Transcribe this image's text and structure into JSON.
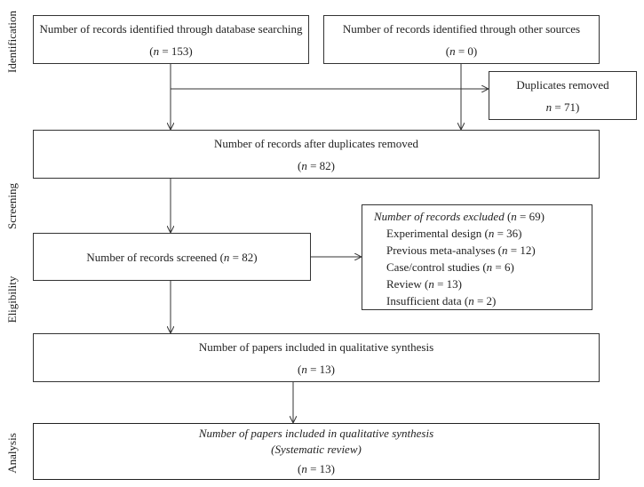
{
  "stages": {
    "identification": "Identification",
    "screening": "Screening",
    "eligibility": "Eligibility",
    "analysis": "Analysis"
  },
  "boxes": {
    "db_search": {
      "text": "Number of records identified through database searching",
      "n": "153"
    },
    "other_sources": {
      "text": "Number of records identified through other sources",
      "n": "0"
    },
    "duplicates_removed": {
      "text": "Duplicates removed",
      "n": "71"
    },
    "after_duplicates": {
      "text": "Number of records after duplicates removed",
      "n": "82"
    },
    "screened": {
      "text": "Number of records screened",
      "n": "82"
    },
    "excluded": {
      "title": "Number of records excluded",
      "n": "69",
      "items": [
        {
          "label": "Experimental design",
          "n": "36"
        },
        {
          "label": "Previous meta-analyses",
          "n": "12"
        },
        {
          "label": "Case/control studies",
          "n": "6"
        },
        {
          "label": "Review",
          "n": "13"
        },
        {
          "label": "Insufficient data",
          "n": "2"
        }
      ]
    },
    "qualitative": {
      "text": "Number of papers included in qualitative synthesis",
      "n": "13"
    },
    "systematic": {
      "text": "Number of papers included in qualitative synthesis",
      "subtitle": "(Systematic review)",
      "n": "13"
    }
  }
}
